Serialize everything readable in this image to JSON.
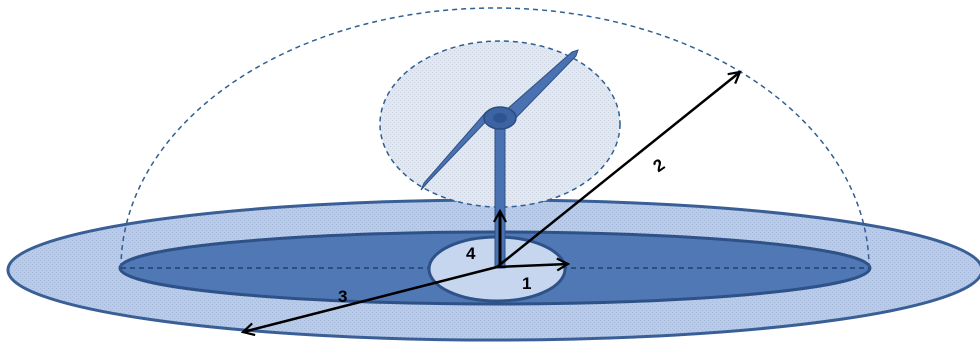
{
  "diagram": {
    "labels": {
      "arrow_1": "1",
      "arrow_2": "2",
      "arrow_3": "3",
      "arrow_4": "4"
    },
    "colors": {
      "outer_zone_fill": "#b8cbe6",
      "outer_zone_stroke": "#3a5f96",
      "inner_zone_fill": "#5078b4",
      "inner_zone_stroke": "#2e5288",
      "central_disk_fill": "#c6d6ef",
      "dashed_outline": "#2f5f94",
      "rotor_sphere_fill": "#dfe5ee",
      "turbine": "#4a72b0",
      "arrows": "#000000"
    },
    "icons": {
      "turbine": "wind-turbine-icon"
    }
  }
}
